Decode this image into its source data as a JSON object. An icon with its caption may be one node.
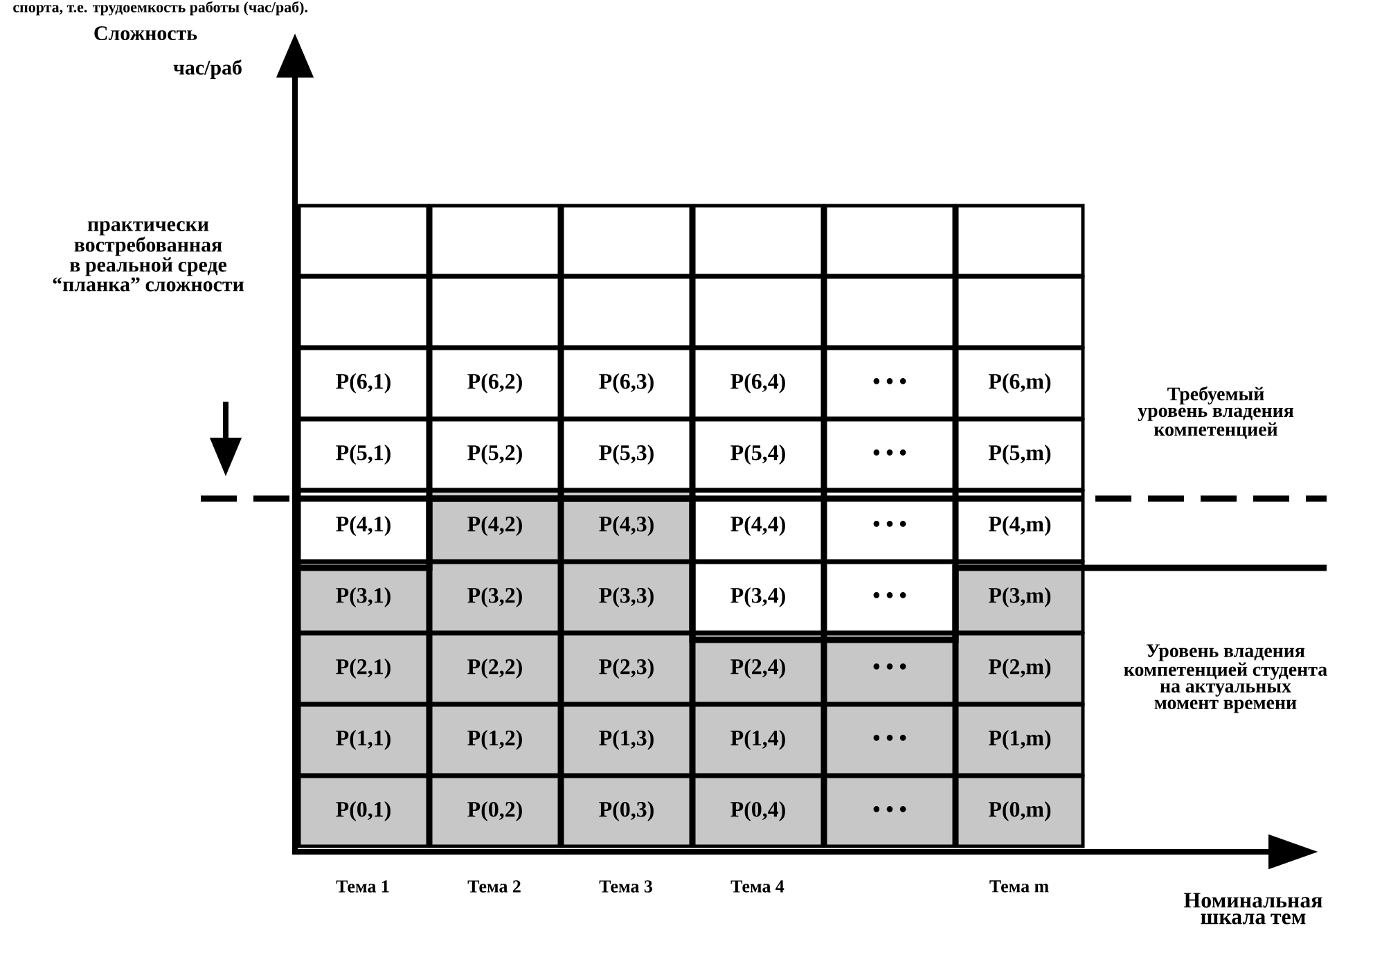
{
  "diagram": {
    "nodes": [
      {
        "text": [],
        "shape": "box"
      },
      {
        "text": [],
        "shape": "box"
      },
      {
        "text": [],
        "shape": "box"
      },
      {
        "text": [],
        "shape": "box"
      },
      {
        "text": [],
        "shape": "box"
      },
      {
        "text": [],
        "shape": "box"
      },
      {
        "text": [],
        "shape": "box"
      },
      {
        "text": [],
        "shape": "box"
      },
      {
        "text": [],
        "shape": "box"
      },
      {
        "text": [],
        "shape": "box"
      },
      {
        "text": [],
        "shape": "box"
      },
      {
        "text": [],
        "shape": "box"
      },
      {
        "text": [
          "P(6,1)"
        ]
      },
      {
        "text": [
          "P(6,2)"
        ]
      },
      {
        "text": [
          "P(6,3)"
        ]
      },
      {
        "text": [
          "P(6,4)"
        ]
      },
      {
        "text": [
          "• • •"
        ]
      },
      {
        "text": [
          "P(6,m)"
        ]
      },
      {
        "text": [
          "P(5,1)"
        ]
      },
      {
        "text": [
          "P(5,2)"
        ]
      },
      {
        "text": [
          "P(5,3)"
        ]
      },
      {
        "text": [
          "P(5,4)"
        ]
      },
      {
        "text": [
          "• • •"
        ]
      },
      {
        "text": [
          "P(5,m)"
        ]
      },
      {
        "text": [
          "P(4,1)"
        ]
      },
      {
        "text": [
          "P(4,2)"
        ]
      },
      {
        "text": [
          "P(4,3)"
        ]
      },
      {
        "text": [
          "P(4,4)"
        ]
      },
      {
        "text": [
          "• • •"
        ]
      },
      {
        "text": [
          "P(4,m)"
        ]
      },
      {
        "text": [
          "P(3,1)"
        ]
      },
      {
        "text": [
          "P(3,2)"
        ]
      },
      {
        "text": [
          "P(3,3)"
        ]
      },
      {
        "text": [
          "P(3,4)"
        ]
      },
      {
        "text": [
          "• • •"
        ]
      },
      {
        "text": [
          "P(3,m)"
        ]
      },
      {
        "text": [
          "P(2,1)"
        ]
      },
      {
        "text": [
          "P(2,2)"
        ]
      },
      {
        "text": [
          "P(2,3)"
        ]
      },
      {
        "text": [
          "P(2,4)"
        ]
      },
      {
        "text": [
          "• • •"
        ]
      },
      {
        "text": [
          "P(2,m)"
        ]
      },
      {
        "text": [
          "P(1,1)"
        ]
      },
      {
        "text": [
          "P(1,2)"
        ]
      },
      {
        "text": [
          "P(1,3)"
        ]
      },
      {
        "text": [
          "P(1,4)"
        ]
      },
      {
        "text": [
          "• • •"
        ]
      },
      {
        "text": [
          "P(1,m)"
        ]
      },
      {
        "text": [
          "P(0,1)"
        ]
      },
      {
        "text": [
          "P(0,2)"
        ]
      },
      {
        "text": [
          "P(0,3)"
        ]
      },
      {
        "text": [
          "P(0,4)"
        ]
      },
      {
        "text": [
          "• • •"
        ]
      },
      {
        "text": [
          "P(0,m)"
        ]
      }
    ],
    "labels": [
      "спорта, т.е. трудоемкость работы (час/раб).",
      "Сложность",
      "час/раб",
      "практически востребованная в реальной среде “планка” сложности",
      "Требуемый уровень владения компетенцией",
      "Уровень владения компетенцией студента на актуальных момент времени",
      "Тема 1",
      "Тема 2",
      "Тема 3",
      "Тема 4",
      "Тема m",
      "Номинальная шкала тем"
    ]
  }
}
